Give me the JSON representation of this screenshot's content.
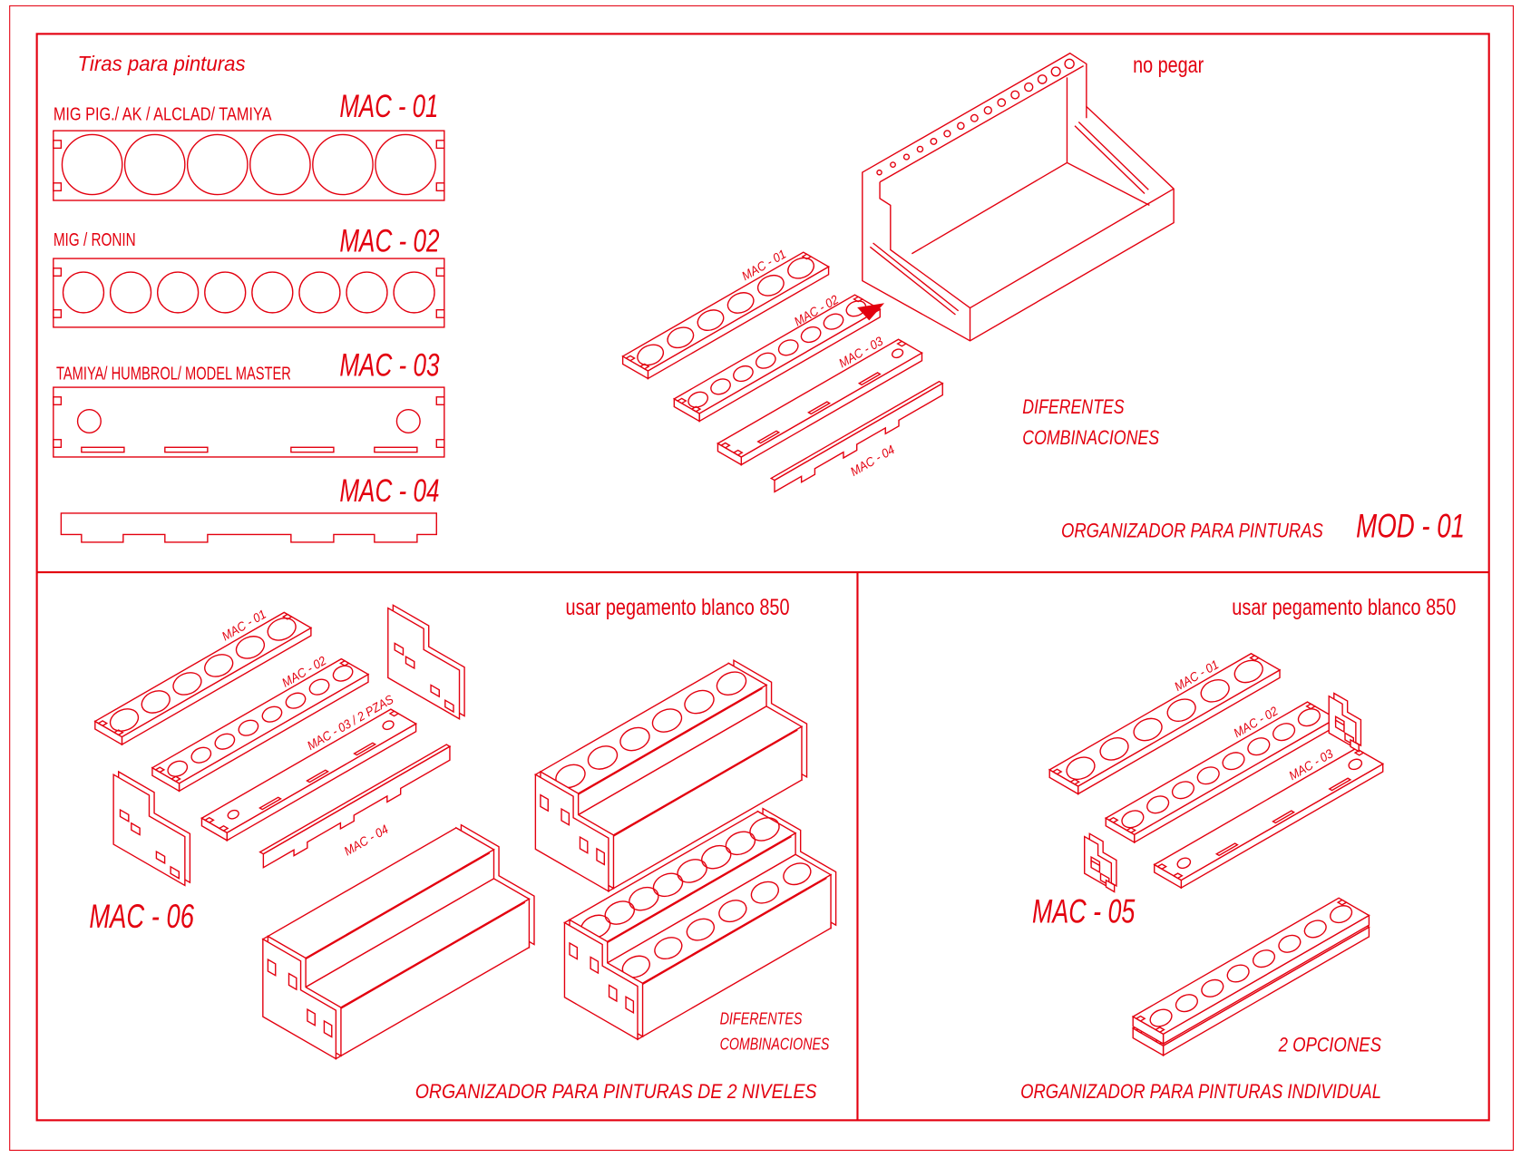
{
  "colors": {
    "ink": "#e3000f",
    "background": "#ffffff"
  },
  "top_panel": {
    "heading": "Tiras para pinturas",
    "strips": [
      {
        "code": "MAC - 01",
        "brands": "MIG PIG./ AK / ALCLAD/ TAMIYA",
        "holes": 6
      },
      {
        "code": "MAC - 02",
        "brands": "MIG / RONIN",
        "holes": 8
      },
      {
        "code": "MAC - 03",
        "brands": "TAMIYA/ HUMBROL/ MODEL MASTER",
        "holes": 2
      },
      {
        "code": "MAC - 04",
        "holes": 0
      }
    ],
    "assembly": {
      "note": "no pegar",
      "labels": [
        "MAC - 01",
        "MAC - 02",
        "MAC - 03",
        "MAC - 04"
      ],
      "combinations": [
        "DIFERENTES",
        "COMBINACIONES"
      ],
      "title": "ORGANIZADOR PARA PINTURAS",
      "model": "MOD - 01"
    }
  },
  "bottom_left": {
    "glue_note": "usar pegamento blanco 850",
    "labels": [
      "MAC - 01",
      "MAC - 02",
      "MAC - 03 / 2 PZAS",
      "MAC - 04"
    ],
    "side_piece": "MAC - 06",
    "combinations": [
      "DIFERENTES",
      "COMBINACIONES"
    ],
    "title": "ORGANIZADOR PARA PINTURAS DE  2  NIVELES"
  },
  "bottom_right": {
    "glue_note": "usar pegamento blanco 850",
    "labels": [
      "MAC - 01",
      "MAC - 02",
      "MAC - 03"
    ],
    "connector_piece": "MAC - 05",
    "options": "2  OPCIONES",
    "title": "ORGANIZADOR PARA PINTURAS INDIVIDUAL"
  }
}
